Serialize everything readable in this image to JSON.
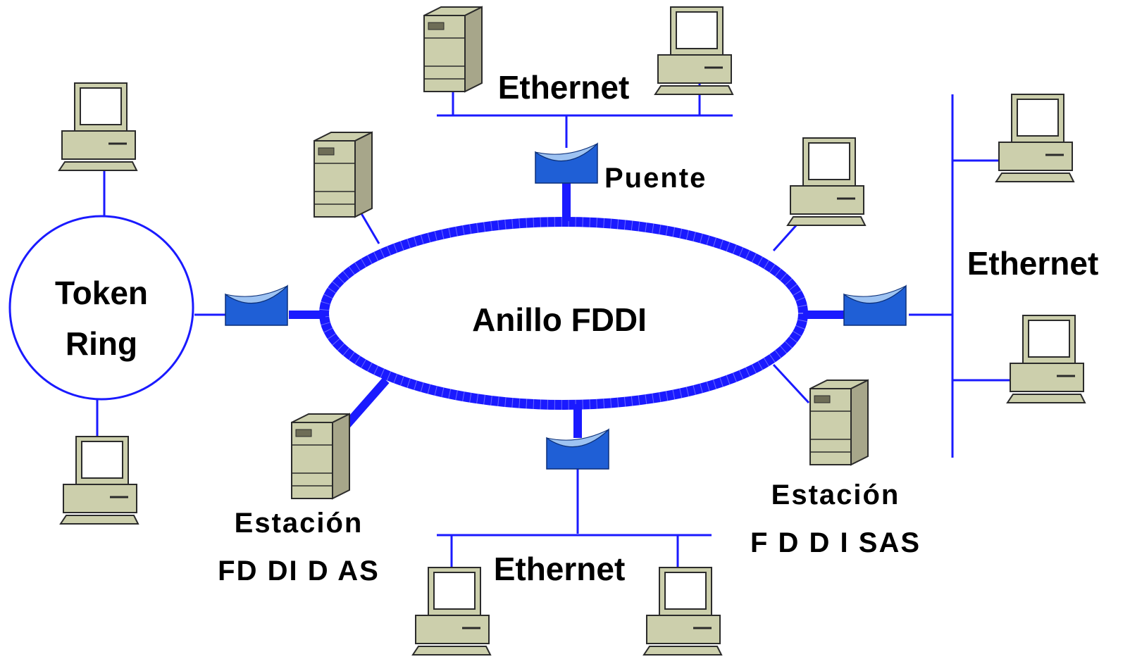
{
  "colors": {
    "link": "#1a1aff",
    "bridge": "#1f5fd6",
    "bridge_light": "#9ec3f2",
    "device_face": "#cccfac",
    "device_side": "#a7a68a",
    "device_edge": "#2b2b2b",
    "screen": "#ffffff"
  },
  "labels": {
    "ethernet_top": "Ethernet",
    "puente": "Puente",
    "ethernet_right": "Ethernet",
    "token_ring_line1": "Token",
    "token_ring_line2": "Ring",
    "fddi_ring": "Anillo FDDI",
    "das_line1": "Estación",
    "das_line2": "FD DI D AS",
    "sas_line1": "Estación",
    "sas_line2": "F D D I SAS",
    "ethernet_bottom": "Ethernet"
  }
}
